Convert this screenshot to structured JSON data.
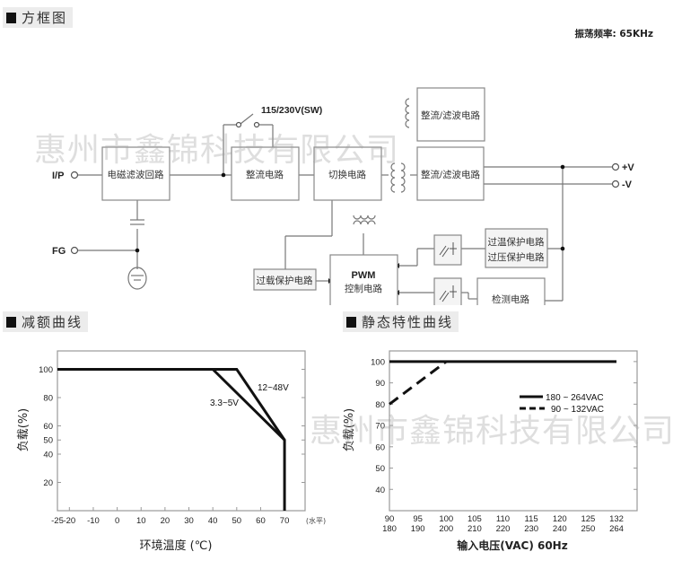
{
  "block_diagram": {
    "title": "方框图",
    "frequency": "振荡频率: 65KHz",
    "labels": {
      "ip": "I/P",
      "fg": "FG",
      "plus_v": "+V",
      "minus_v": "-V",
      "switch": "115/230V(SW)",
      "pwm": "PWM"
    },
    "blocks": {
      "emi_filter": "电磁滤波回路",
      "rectifier": "整流电路",
      "switching": "切换电路",
      "rect_filter_aux": "整流/滤波电路",
      "rect_filter_main": "整流/滤波电路",
      "overload": "过载保护电路",
      "pwm_control": "控制电路",
      "over_temp": "过温保护电路",
      "over_voltage": "过压保护电路",
      "detection": "检测电路"
    }
  },
  "watermark": "惠州市鑫锦科技有限公司",
  "chart_data": [
    {
      "type": "line",
      "section_title": "减额曲线",
      "title": "",
      "xlabel": "环境温度 (℃)",
      "xlabel_suffix": "(水平)",
      "ylabel": "负载(%)",
      "xlim": [
        -25,
        78.6
      ],
      "ylim": [
        0,
        113
      ],
      "xticks": [
        -25,
        -20,
        -10,
        0,
        10,
        20,
        30,
        40,
        50,
        60,
        70
      ],
      "yticks": [
        20,
        40,
        50,
        60,
        80,
        100
      ],
      "series": [
        {
          "name": "12~48V",
          "x": [
            -25,
            50,
            70,
            70
          ],
          "y": [
            100,
            100,
            50,
            0
          ]
        },
        {
          "name": "3.3~5V",
          "x": [
            -25,
            40,
            70
          ],
          "y": [
            100,
            100,
            50
          ]
        }
      ],
      "annotations": [
        "12~48V",
        "3.3~5V"
      ]
    },
    {
      "type": "line",
      "section_title": "静态特性曲线",
      "title": "",
      "xlabel": "输入电压(VAC) 60Hz",
      "ylabel": "负载(%)",
      "categories_top": [
        "90",
        "95",
        "100",
        "105",
        "110",
        "115",
        "120",
        "125",
        "132"
      ],
      "categories_bottom": [
        "180",
        "190",
        "200",
        "210",
        "220",
        "230",
        "240",
        "250",
        "264"
      ],
      "ylim": [
        30,
        105
      ],
      "yticks": [
        40,
        50,
        60,
        70,
        80,
        90,
        100
      ],
      "series": [
        {
          "name": "180 ~ 264VAC",
          "style": "solid",
          "x": [
            90,
            132
          ],
          "y": [
            100,
            100
          ]
        },
        {
          "name": "90 ~ 132VAC",
          "style": "dashed",
          "x": [
            90,
            100
          ],
          "y": [
            80,
            100
          ]
        }
      ],
      "legend": "top-right"
    }
  ]
}
